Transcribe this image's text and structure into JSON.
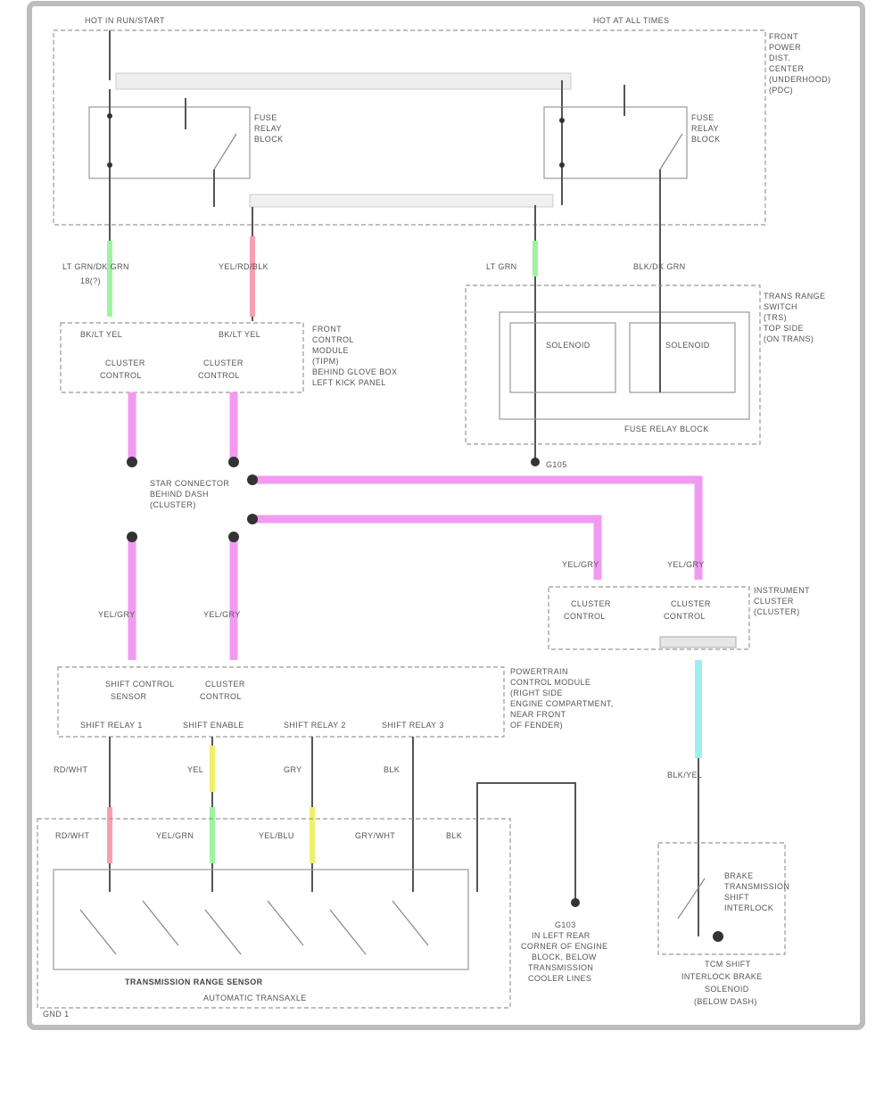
{
  "diagram": {
    "top_left_label": "HOT IN RUN/START",
    "top_right_label": "HOT AT ALL TIMES",
    "fuse_panel_label": [
      "FRONT",
      "POWER",
      "DIST.",
      "CENTER",
      "(UNDERHOOD)",
      "(PDC)"
    ],
    "left_relay_label": [
      "FUSE",
      "RELAY",
      "BLOCK"
    ],
    "right_relay_label": [
      "FUSE",
      "RELAY",
      "BLOCK"
    ],
    "wire_labels": {
      "lw1": "LT GRN/DK GRN",
      "lw1b": "18(?)",
      "lw2": "YEL/RD/BLK",
      "rw1": "LT GRN",
      "rw2": "BLK/DK GRN"
    },
    "connector_left_top": [
      "BK/LT YEL",
      "BK/LT YEL"
    ],
    "left_module_label": [
      "FRONT",
      "CONTROL",
      "MODULE",
      "(TIPM)",
      "BEHIND GLOVE BOX",
      "LEFT KICK PANEL"
    ],
    "left_module_pins": [
      "CLUSTER",
      "CONTROL",
      "CLUSTER",
      "CONTROL"
    ],
    "right_relay_box_label": [
      "TRANS RANGE",
      "SWITCH",
      "(TRS)",
      "TOP SIDE",
      "(ON TRANS)"
    ],
    "right_relay_box_inner": [
      "SOLENOID",
      "SOLENOID"
    ],
    "fuse_relay_bottom": "FUSE RELAY BLOCK",
    "splice_label": [
      "STAR CONNECTOR",
      "BEHIND DASH",
      "(CLUSTER)"
    ],
    "g_label": "G105",
    "cluster_pins_top": [
      "YEL/GRY",
      "YEL/GRY"
    ],
    "cluster_box_label": [
      "INSTRUMENT",
      "CLUSTER",
      "(CLUSTER)"
    ],
    "cluster_pins_inner": [
      "CLUSTER",
      "CONTROL",
      "CLUSTER",
      "CONTROL"
    ],
    "wire_lower_left": [
      "YEL/GRY",
      "YEL/GRY"
    ],
    "bottom_module_label": [
      "POWERTRAIN",
      "CONTROL MODULE",
      "(RIGHT SIDE",
      "ENGINE COMPARTMENT,",
      "NEAR FRONT",
      "OF FENDER)"
    ],
    "bottom_module_pins": [
      "SHIFT CONTROL",
      "SENSOR",
      "CLUSTER",
      "CONTROL"
    ],
    "bottom_pin_names": [
      "SHIFT RELAY 1",
      "SHIFT ENABLE",
      "SHIFT RELAY 2",
      "SHIFT RELAY 3"
    ],
    "bottom_wire_labels": [
      "RD/WHT",
      "YEL",
      "GRY",
      "BLK"
    ],
    "bottom_wire_labels2": [
      "RD/WHT",
      "YEL/GRN",
      "YEL/BLU",
      "GRY/WHT",
      "BLK"
    ],
    "ground_label": [
      "G103",
      "IN LEFT REAR",
      "CORNER OF ENGINE",
      "BLOCK, BELOW",
      "TRANSMISSION",
      "COOLER LINES"
    ],
    "bottom_box_label": "TRANSMISSION RANGE SENSOR",
    "bottom_box_sub": "AUTOMATIC TRANSAXLE",
    "right_bottom_label": [
      "BRAKE",
      "TRANSMISSION",
      "SHIFT",
      "INTERLOCK"
    ],
    "right_bottom_caption": [
      "TCM SHIFT",
      "INTERLOCK BRAKE",
      "SOLENOID",
      "(BELOW DASH)"
    ],
    "cluster_wire_label": "BLK/YEL",
    "footer_left": "GND 1"
  },
  "colors": {
    "pink": "#f29af2",
    "green": "#9ef39e",
    "red": "#f6a0b0",
    "cyan": "#9ef0f0",
    "yellow": "#eef06a"
  }
}
